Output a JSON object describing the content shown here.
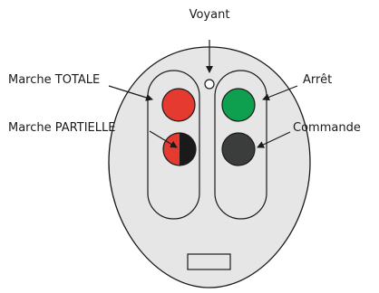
{
  "labels": {
    "voyant": "Voyant",
    "marche_totale": "Marche TOTALE",
    "marche_partielle": "Marche PARTIELLE",
    "arret": "Arrêt",
    "commande": "Commande"
  },
  "colors": {
    "body_fill": "#e6e6e6",
    "outline": "#1a1a1a",
    "red": "#e53a2f",
    "green": "#0fa04f",
    "dark": "#3a3d3c",
    "half_black": "#1a1a1a",
    "indicator": "#ffffff"
  }
}
